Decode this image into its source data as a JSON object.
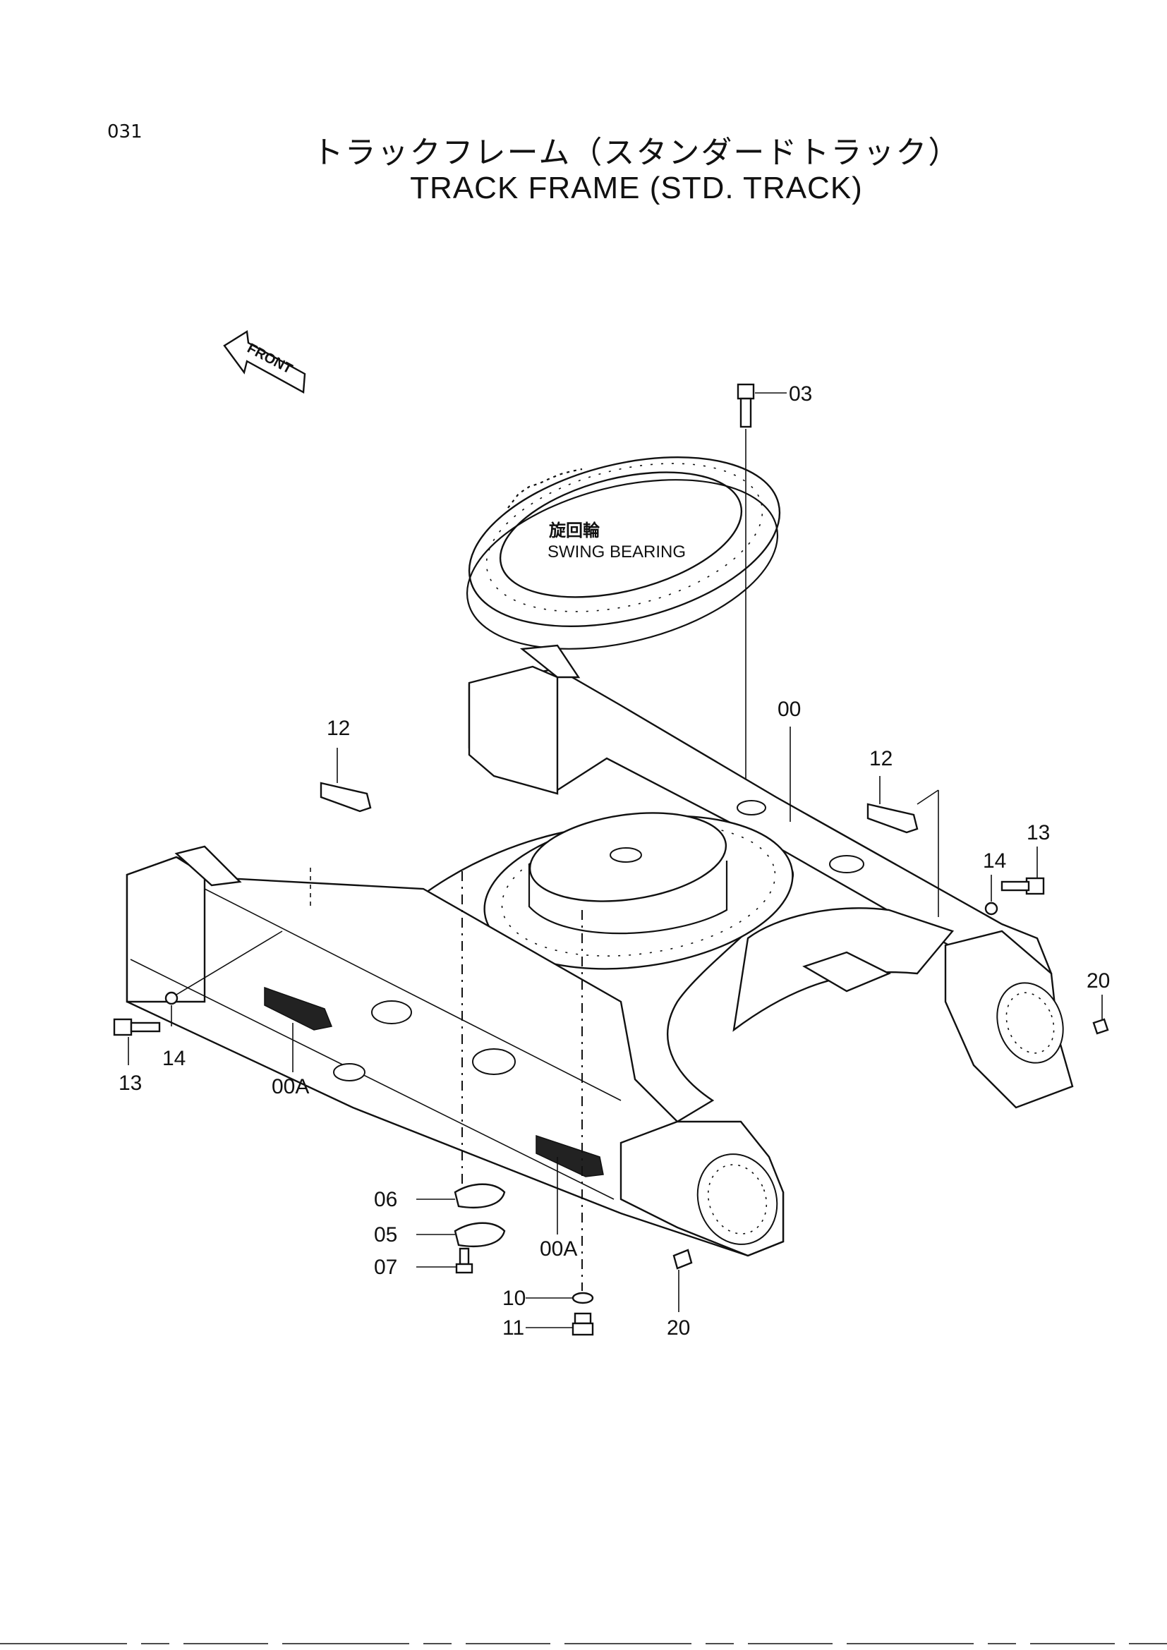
{
  "page_number": "031",
  "title_ja": "トラックフレーム（スタンダードトラック）",
  "title_en": "TRACK FRAME (STD. TRACK)",
  "front_label": "FRONT",
  "swing_bearing": {
    "label_ja": "旋回輪",
    "label_en": "SWING BEARING"
  },
  "part_labels": {
    "p03": "03",
    "p00": "00",
    "p12_left": "12",
    "p12_right": "12",
    "p13_left": "13",
    "p13_right": "13",
    "p14_left": "14",
    "p14_right": "14",
    "p20_right": "20",
    "p20_bottom": "20",
    "p00A_left": "00A",
    "p00A_center": "00A",
    "p06": "06",
    "p05": "05",
    "p07": "07",
    "p10": "10",
    "p11": "11"
  }
}
